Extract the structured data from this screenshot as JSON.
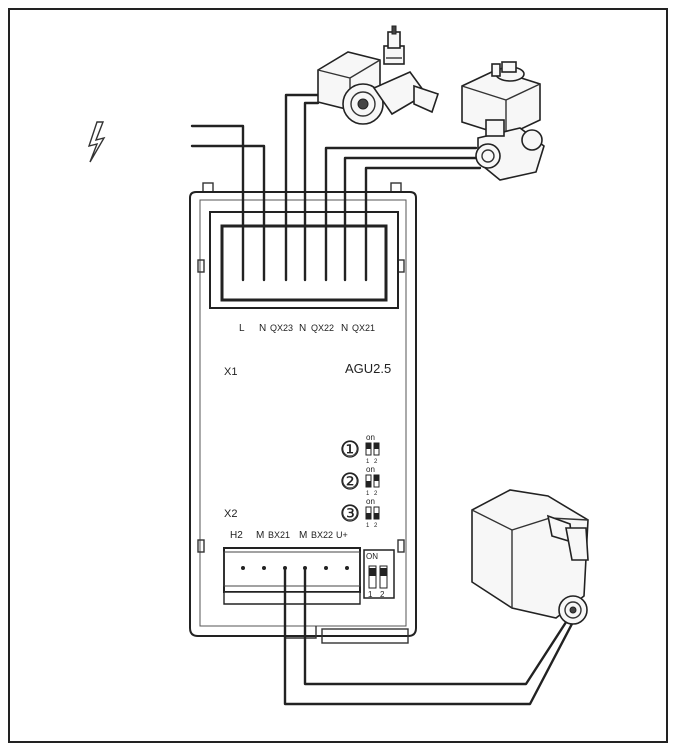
{
  "module": {
    "model": "AGU2.5",
    "connector_x1": "X1",
    "connector_x2": "X2",
    "x1_terminals": [
      "L",
      "N",
      "QX23",
      "N",
      "QX22",
      "N",
      "QX21"
    ],
    "x2_terminals": [
      "H2",
      "M",
      "BX21",
      "M",
      "BX22",
      "U+"
    ]
  },
  "dip_switches": {
    "state_label": "on",
    "position_labels": [
      "1",
      "2"
    ],
    "examples": [
      {
        "number": "①"
      },
      {
        "number": "②"
      },
      {
        "number": "③"
      }
    ],
    "block_label": "ON",
    "block_positions": [
      "1",
      "2"
    ]
  },
  "icons": [
    "power-supply-icon",
    "pump-icon",
    "valve-actuator-icon",
    "sensor-icon"
  ]
}
